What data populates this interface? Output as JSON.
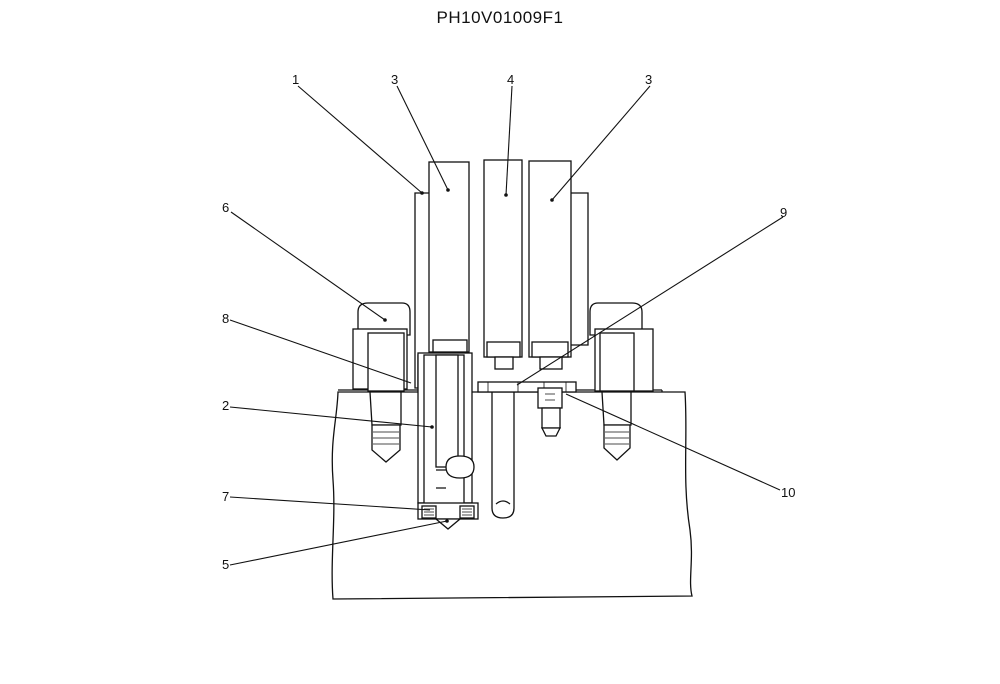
{
  "title": "PH10V01009F1",
  "callouts": [
    "1",
    "3",
    "4",
    "3",
    "6",
    "9",
    "8",
    "2",
    "10",
    "7",
    "5"
  ]
}
